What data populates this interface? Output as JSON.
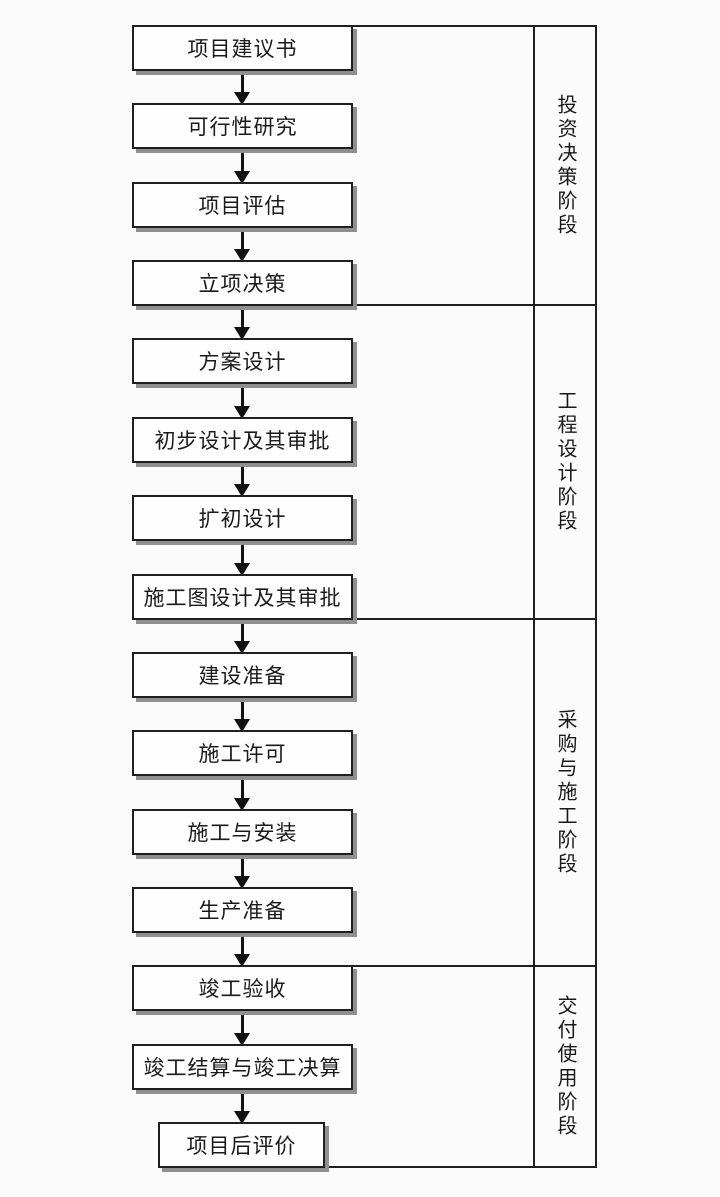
{
  "diagram": {
    "type": "flowchart",
    "language": "zh-CN",
    "steps": [
      "项目建议书",
      "可行性研究",
      "项目评估",
      "立项决策",
      "方案设计",
      "初步设计及其审批",
      "扩初设计",
      "施工图设计及其审批",
      "建设准备",
      "施工许可",
      "施工与安装",
      "生产准备",
      "竣工验收",
      "竣工结算与竣工决算",
      "项目后评价"
    ],
    "connector": "arrow-down",
    "phases": [
      {
        "label": "投资决策阶段",
        "from_step": 1,
        "to_step": 4
      },
      {
        "label": "工程设计阶段",
        "from_step": 5,
        "to_step": 8
      },
      {
        "label": "采购与施工阶段",
        "from_step": 9,
        "to_step": 12
      },
      {
        "label": "交付使用阶段",
        "from_step": 13,
        "to_step": 15
      }
    ],
    "colors": {
      "line": "#1f1f1f",
      "box_fill": "#fefefe",
      "box_shadow": "#8f8f8f",
      "background": "#fbfbfb",
      "text": "#1a1a1a"
    }
  }
}
